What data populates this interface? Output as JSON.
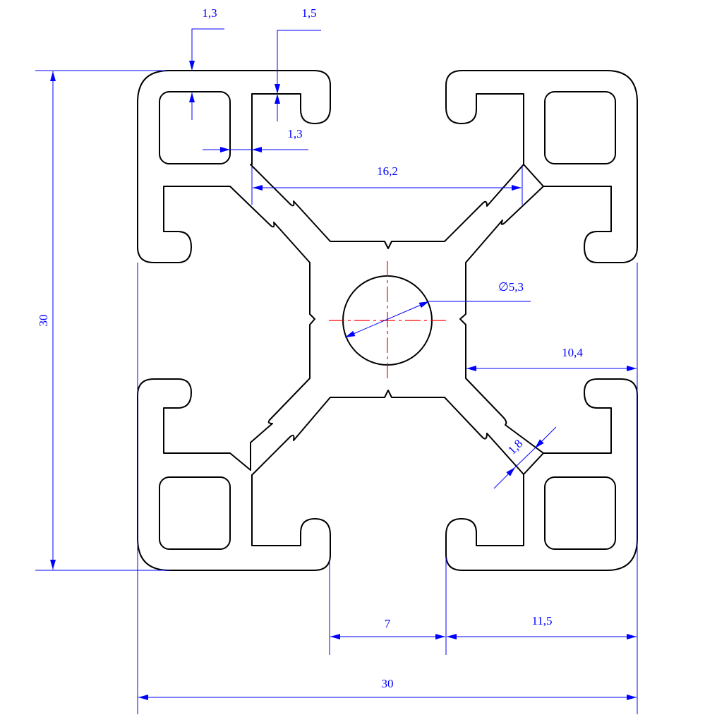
{
  "colors": {
    "outline": "#000000",
    "dimension": "#0000ff",
    "centerline": "#ff0000",
    "background": "#ffffff"
  },
  "dimensions": {
    "wall_top_left": "1,3",
    "slot_lip": "1,5",
    "wall_horizontal": "1,3",
    "inner_width": "16,2",
    "bore_diameter": "∅5,3",
    "offset_right": "10,4",
    "diagonal_web": "1,8",
    "overall_height": "30",
    "slot_opening": "7",
    "edge_to_slot": "11,5",
    "overall_width": "30"
  }
}
